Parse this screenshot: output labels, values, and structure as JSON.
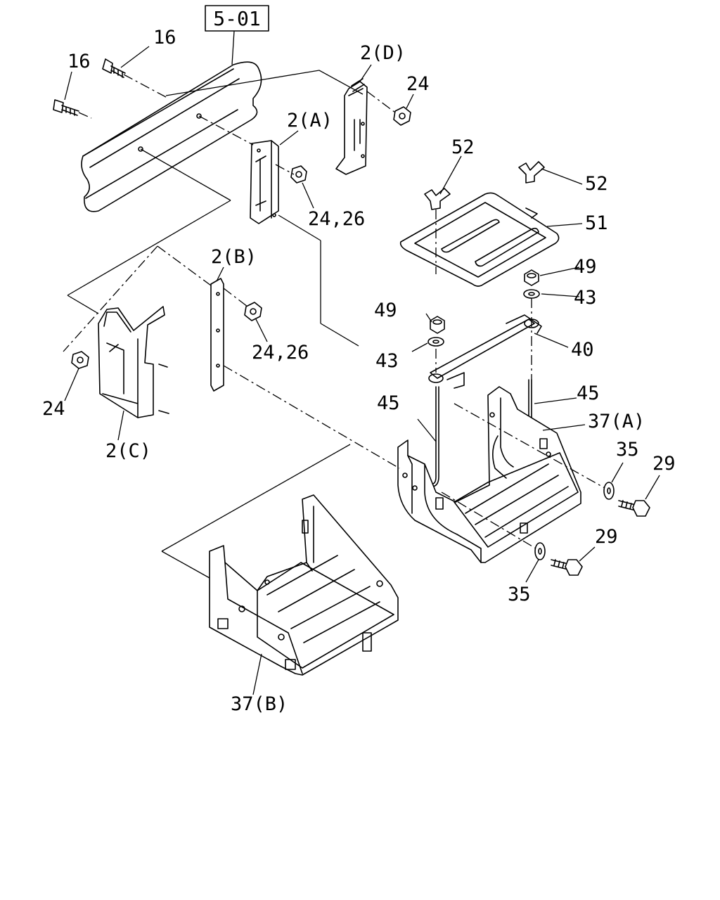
{
  "reference": "5-01",
  "callouts": {
    "c16a": "16",
    "c16b": "16",
    "c2d": "2(D)",
    "c24a": "24",
    "c2a": "2(A)",
    "c24_26a": "24,26",
    "c52a": "52",
    "c52b": "52",
    "c51": "51",
    "c2b": "2(B)",
    "c24_26b": "24,26",
    "c49a": "49",
    "c43a": "43",
    "c49b": "49",
    "c43b": "43",
    "c40": "40",
    "c24b": "24",
    "c2c": "2(C)",
    "c45a": "45",
    "c45b": "45",
    "c37a": "37(A)",
    "c35a": "35",
    "c29a": "29",
    "c29b": "29",
    "c35b": "35",
    "c37b": "37(B)"
  }
}
